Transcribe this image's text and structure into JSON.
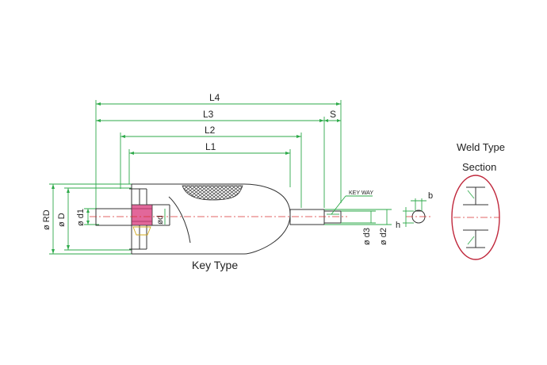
{
  "dimensions": {
    "l4": "L4",
    "l3": "L3",
    "l2": "L2",
    "l1": "L1",
    "s": "S",
    "keyway": "KEY WAY",
    "b": "b",
    "h": "h",
    "rd": "ø RD",
    "d_outer": "ø D",
    "d1": "ø d1",
    "d": "ød",
    "d3": "ø d3",
    "d2": "ø d2"
  },
  "captions": {
    "key_type": "Key Type",
    "weld_line1": "Weld Type",
    "weld_line2": "Section"
  },
  "colors": {
    "dimension": "#2eaa4a",
    "centerline": "#d83232",
    "bearing": "#e2679a",
    "outline": "#333333",
    "knurl": "#444444",
    "weld_ellipse": "#c0283c"
  }
}
